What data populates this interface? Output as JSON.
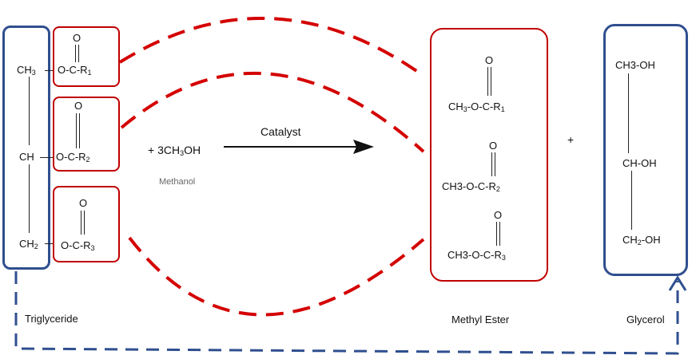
{
  "reaction": {
    "triglyceride": {
      "label": "Triglyceride",
      "backbone": [
        {
          "main": "CH",
          "sub": "3"
        },
        {
          "main": "CH",
          "sub": ""
        },
        {
          "main": "CH",
          "sub": "2"
        }
      ],
      "ester_groups": [
        {
          "top": "O",
          "prefix": "O-C-R",
          "sub": "1"
        },
        {
          "top": "O",
          "prefix": "O-C-R",
          "sub": "2"
        },
        {
          "top": "O",
          "prefix": "O-C-R",
          "sub": "3"
        }
      ]
    },
    "reagent": {
      "coef": "+ 3CH",
      "sub": "3",
      "rest": "OH",
      "name": "Methanol"
    },
    "arrow_label": "Catalyst",
    "methyl_ester": {
      "label": "Methyl Ester",
      "items": [
        {
          "top": "O",
          "pre": "CH",
          "pre_sub": "3",
          "mid": "-O-C-R",
          "sub": "1"
        },
        {
          "top": "O",
          "pre": "CH3",
          "pre_sub": "",
          "mid": "-O-C-R",
          "sub": "2"
        },
        {
          "top": "O",
          "pre": "CH3",
          "pre_sub": "",
          "mid": "-O-C-R",
          "sub": "3"
        }
      ]
    },
    "plus": "+",
    "glycerol": {
      "label": "Glycerol",
      "rows": [
        {
          "main": "CH3-OH",
          "sub": "",
          "rest": ""
        },
        {
          "main": "CH-OH",
          "sub": "",
          "rest": ""
        },
        {
          "main": "CH",
          "sub": "2",
          "rest": "-OH"
        }
      ]
    }
  },
  "colors": {
    "red": "#d40000",
    "blue": "#2f4f8f"
  }
}
